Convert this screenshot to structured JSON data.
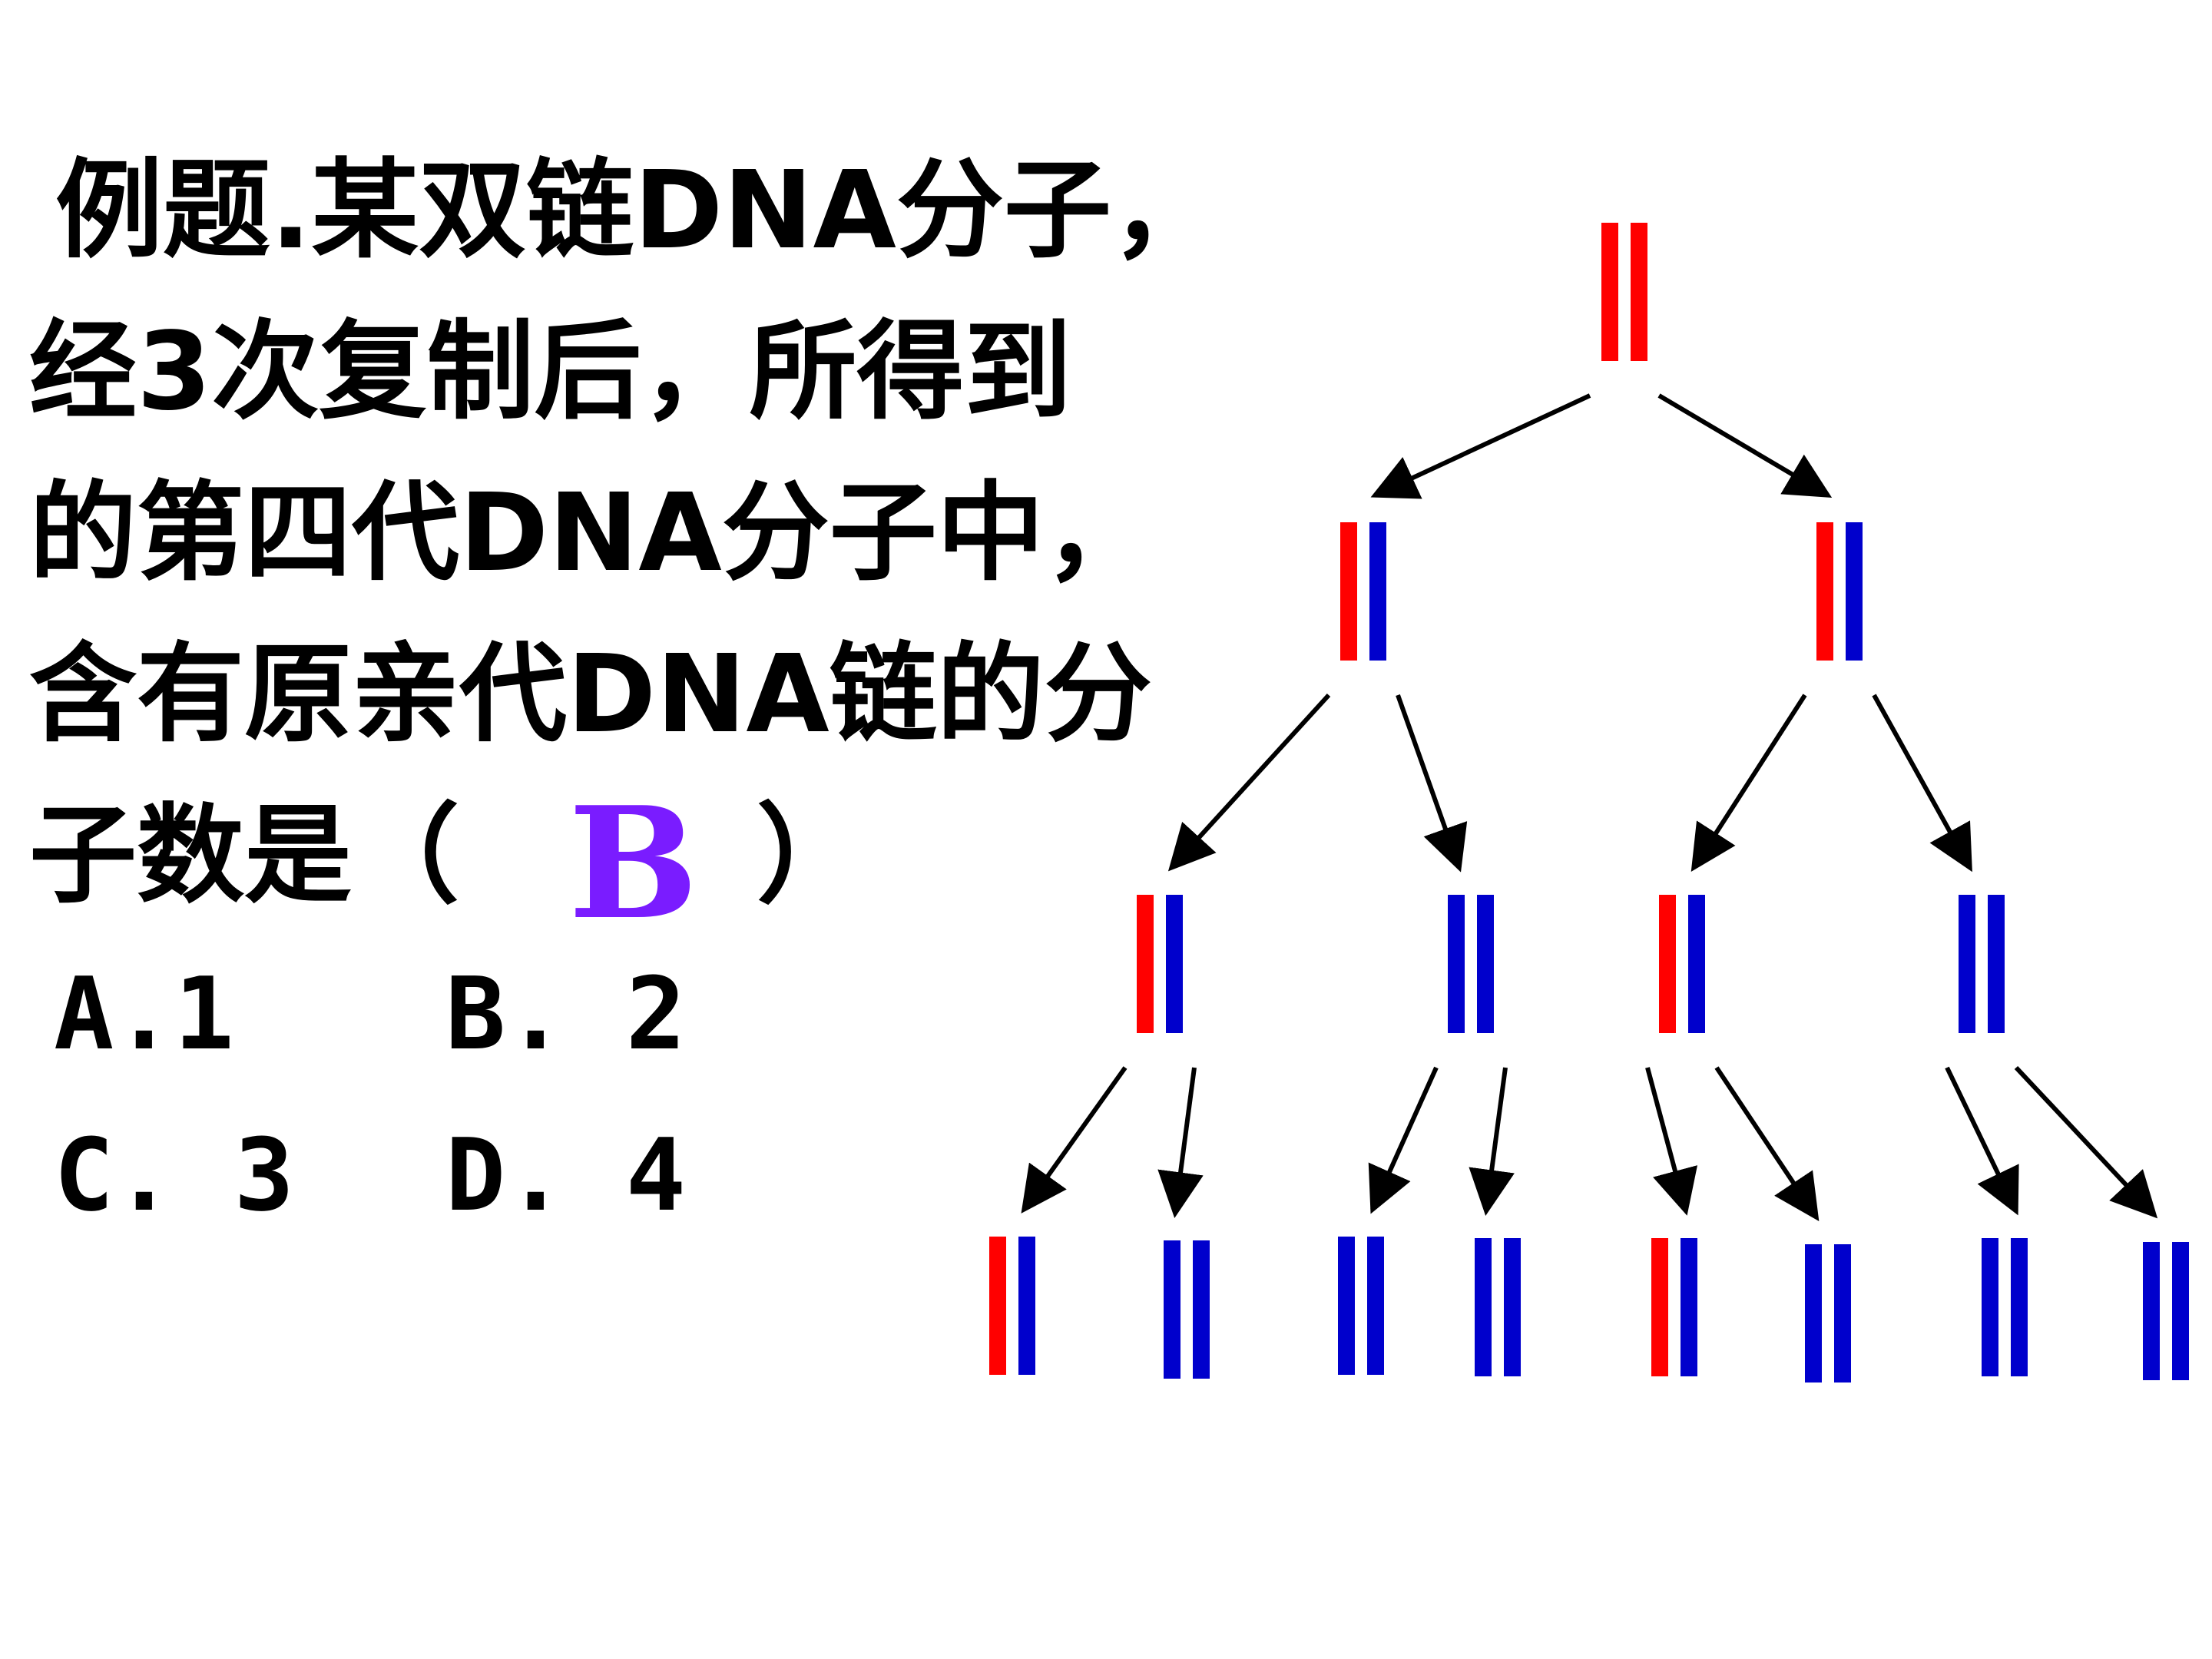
{
  "question": {
    "line1": "例题.某双链DNA分子，",
    "line2": "经3次复制后，所得到",
    "line3": "的第四代DNA分子中，",
    "line4": "含有原亲代DNA链的分",
    "line5_prefix": "子数是（",
    "answer": "B",
    "line5_suffix": "）"
  },
  "options": {
    "a": "A.1",
    "b": "B. 2",
    "c": "C. 3",
    "d": "D. 4"
  },
  "colors": {
    "parent_strand": "#ff0000",
    "new_strand": "#0000cc",
    "answer": "#7a1cff",
    "arrow": "#000000"
  },
  "replication_tree": {
    "generations": [
      [
        [
          "parent",
          "parent"
        ]
      ],
      [
        [
          "parent",
          "new"
        ],
        [
          "parent",
          "new"
        ]
      ],
      [
        [
          "parent",
          "new"
        ],
        [
          "new",
          "new"
        ],
        [
          "parent",
          "new"
        ],
        [
          "new",
          "new"
        ]
      ],
      [
        [
          "parent",
          "new"
        ],
        [
          "new",
          "new"
        ],
        [
          "new",
          "new"
        ],
        [
          "new",
          "new"
        ],
        [
          "parent",
          "new"
        ],
        [
          "new",
          "new"
        ],
        [
          "new",
          "new"
        ],
        [
          "new",
          "new"
        ]
      ]
    ]
  }
}
